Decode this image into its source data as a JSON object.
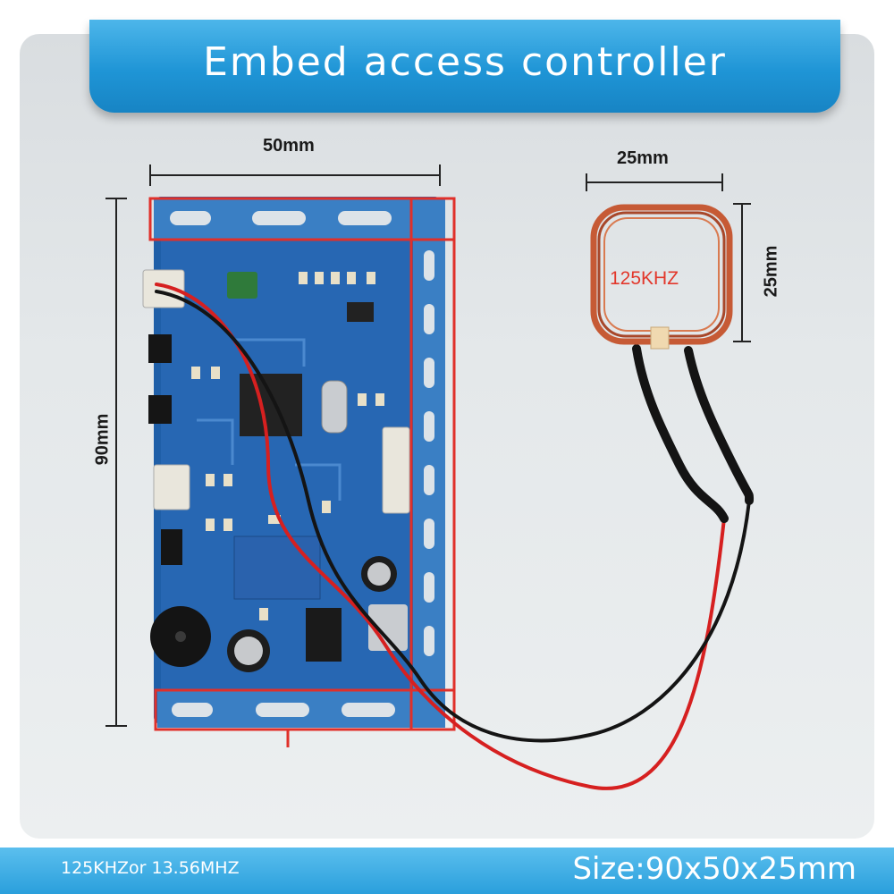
{
  "title": "Embed access controller",
  "dimensions": {
    "board_width": "50mm",
    "board_height": "90mm",
    "coil_width": "25mm",
    "coil_height": "25mm"
  },
  "coil": {
    "frequency_label": "125KHZ"
  },
  "footer": {
    "left_text": "125KHZor 13.56MHZ",
    "right_text": "Size:90x50x25mm"
  },
  "colors": {
    "banner": "#1f95d6",
    "pcb": "#1f5fa8",
    "highlight_box": "#e0302a",
    "coil_copper": "#c65a35"
  }
}
